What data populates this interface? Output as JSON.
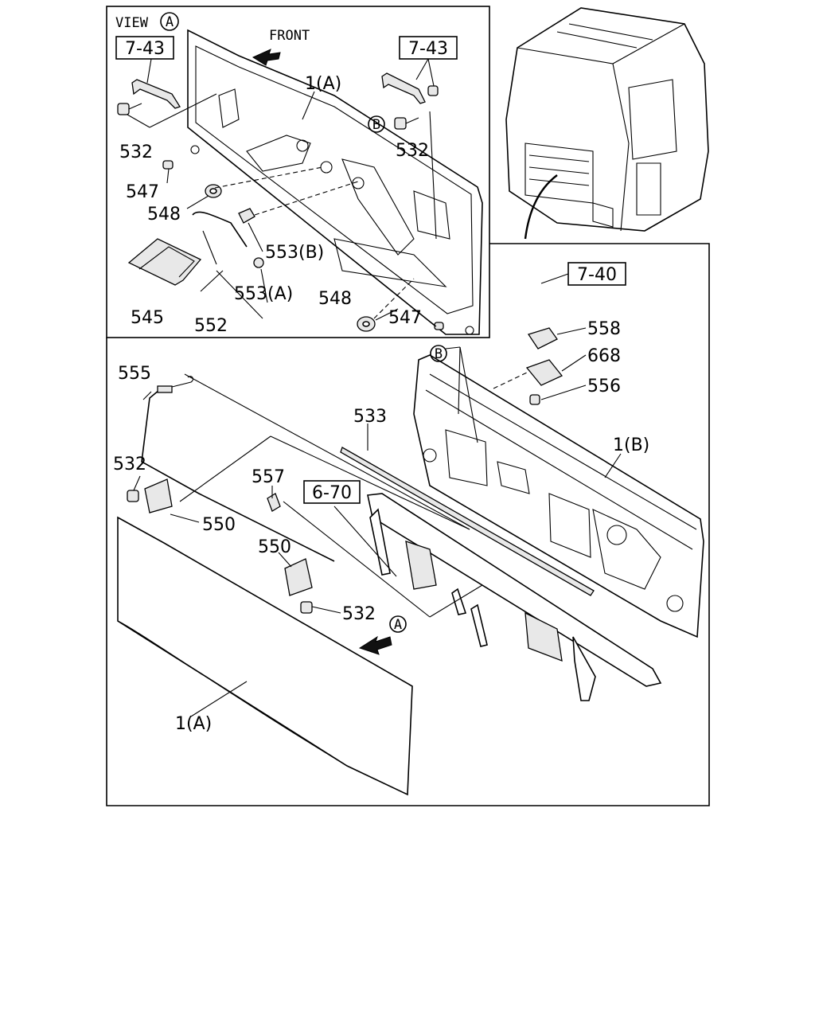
{
  "view_header": {
    "view_word": "VIEW",
    "view_letter": "A"
  },
  "front_label": "FRONT",
  "ref_boxes": [
    {
      "id": "ref-743-left",
      "text": "7-43"
    },
    {
      "id": "ref-743-right",
      "text": "7-43"
    },
    {
      "id": "ref-740",
      "text": "7-40"
    },
    {
      "id": "ref-670",
      "text": "6-70"
    }
  ],
  "circle_markers": [
    {
      "id": "marker-b-top",
      "text": "B"
    },
    {
      "id": "marker-b-mid",
      "text": "B"
    },
    {
      "id": "marker-a-arrow",
      "text": "A"
    }
  ],
  "part_labels": {
    "p1a_top": "1(A)",
    "p532_tl": "532",
    "p532_tr": "532",
    "p547_l": "547",
    "p548_l": "548",
    "p553b": "553(B)",
    "p553a": "553(A)",
    "p548_r": "548",
    "p547_r": "547",
    "p545": "545",
    "p552": "552",
    "p555": "555",
    "p533": "533",
    "p558": "558",
    "p668": "668",
    "p556": "556",
    "p1b": "1(B)",
    "p532_ml": "532",
    "p557": "557",
    "p550_a": "550",
    "p550_b": "550",
    "p532_bm": "532",
    "p1a_bottom": "1(A)"
  }
}
